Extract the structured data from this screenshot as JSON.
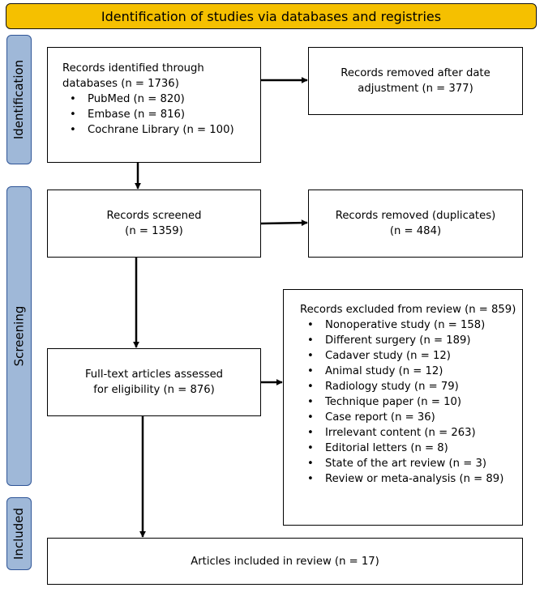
{
  "banner": {
    "title": "Identification of studies via databases and registries"
  },
  "phases": {
    "identification": "Identification",
    "screening": "Screening",
    "included": "Included"
  },
  "boxes": {
    "records_identified": {
      "line1": "Records identified through",
      "line2": "databases (n = 1736)",
      "items": [
        "PubMed (n = 820)",
        "Embase (n = 816)",
        "Cochrane Library (n = 100)"
      ]
    },
    "removed_date": {
      "line1": "Records removed after date",
      "line2": "adjustment  (n = 377)"
    },
    "screened": {
      "line1": "Records screened",
      "line2": "(n = 1359)"
    },
    "removed_duplicates": {
      "line1": "Records removed (duplicates)",
      "line2": "(n = 484)"
    },
    "fulltext": {
      "line1": "Full-text articles assessed",
      "line2": "for eligibility (n = 876)"
    },
    "excluded": {
      "title": "Records excluded from review (n = 859)",
      "items": [
        "Nonoperative study (n = 158)",
        "Different surgery (n = 189)",
        "Cadaver study (n = 12)",
        "Animal study (n = 12)",
        "Radiology study (n = 79)",
        "Technique paper (n = 10)",
        "Case report (n = 36)",
        "Irrelevant content (n = 263)",
        "Editorial letters (n = 8)",
        "State of the art review (n = 3)",
        "Review or meta-analysis (n = 89)"
      ]
    },
    "included": {
      "label": "Articles included in review (n = 17)"
    }
  },
  "colors": {
    "banner_fill": "#f5c000",
    "phase_fill": "#9fb8d8",
    "phase_border": "#2f5597",
    "line": "#000000"
  }
}
